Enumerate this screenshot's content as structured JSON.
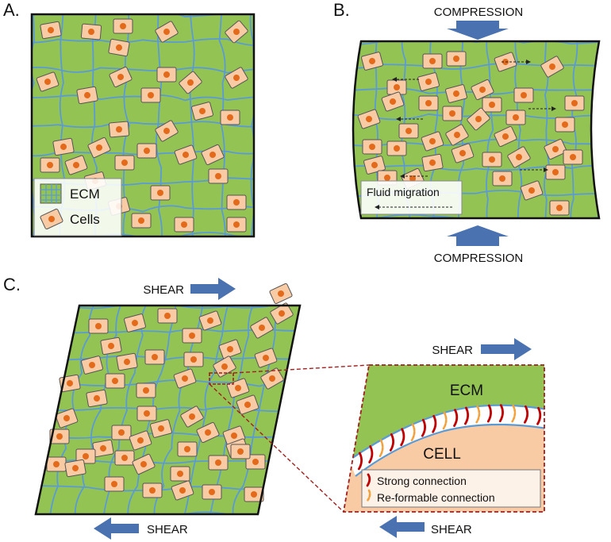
{
  "panels": {
    "a": {
      "letter": "A."
    },
    "b": {
      "letter": "B.",
      "top_force": "COMPRESSION",
      "bottom_force": "COMPRESSION",
      "legend_label": "Fluid migration"
    },
    "c": {
      "letter": "C.",
      "top_force": "SHEAR",
      "bottom_force": "SHEAR",
      "inset": {
        "top_force": "SHEAR",
        "bottom_force": "SHEAR",
        "ecm_label": "ECM",
        "cell_label": "CELL",
        "legend": {
          "strong": "Strong connection",
          "reformable": "Re-formable connection"
        }
      }
    }
  },
  "legend_a": {
    "ecm": "ECM",
    "cells": "Cells"
  },
  "colors": {
    "ecm": "#92c353",
    "fiber": "#5b9bd5",
    "cell": "#f8cba5",
    "nucleus": "#e46a1b",
    "arrow": "#4a72b0",
    "strong": "#c00000",
    "reformable": "#f4a13c",
    "inset_border": "#a0201f"
  }
}
